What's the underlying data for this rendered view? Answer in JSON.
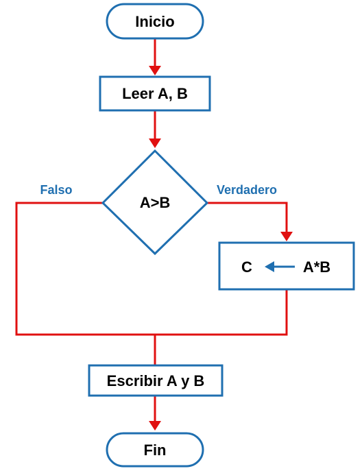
{
  "nodes": {
    "start": "Inicio",
    "read": "Leer A, B",
    "decision": "A>B",
    "assign_target": "C",
    "assign_expr": "A*B",
    "write": "Escribir A y B",
    "end": "Fin"
  },
  "edges": {
    "false_label": "Falso",
    "true_label": "Verdadero"
  },
  "colors": {
    "shape_border": "#1f6fb0",
    "connector": "#e01010",
    "label": "#1f6fb0",
    "text": "#000000"
  }
}
